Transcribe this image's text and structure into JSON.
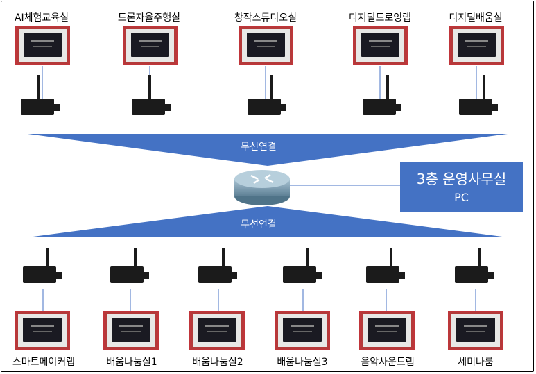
{
  "top_rooms": [
    "AI체험교육실",
    "드론자율주행실",
    "창작스튜디오실",
    "디지털드로잉랩",
    "디지털배움실"
  ],
  "bottom_rooms": [
    "스마트메이커랩",
    "배움나눔실1",
    "배움나눔실2",
    "배움나눔실3",
    "음악사운드랩",
    "세미나룸"
  ],
  "wireless_top": "무선연결",
  "wireless_bottom": "무선연결",
  "office": {
    "line1": "3층 운영사무실",
    "line2": "PC"
  },
  "colors": {
    "triangle": "#4472c4",
    "screen_border": "#c0353a",
    "office_bg": "#4472c4"
  },
  "icons": [
    "display-terminal-icon",
    "wireless-ap-icon",
    "router-icon"
  ]
}
